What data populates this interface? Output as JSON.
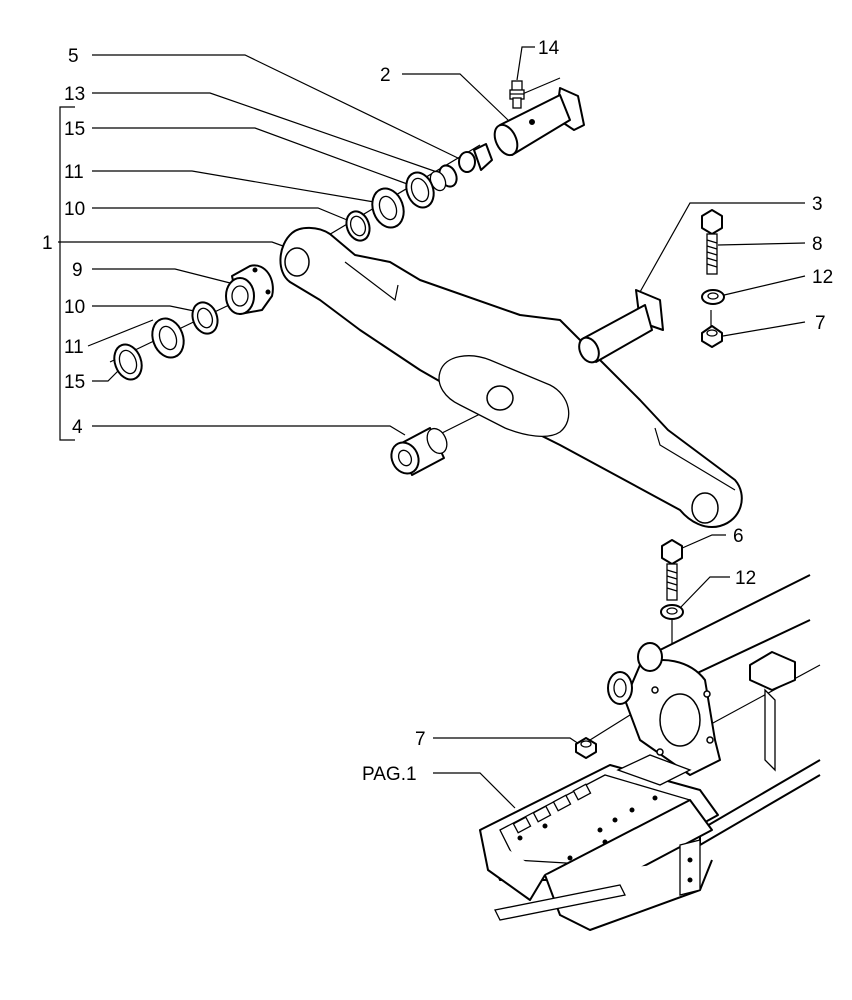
{
  "callouts": {
    "c1": "1",
    "c2": "2",
    "c3": "3",
    "c4": "4",
    "c5": "5",
    "c6": "6",
    "c7_top": "7",
    "c7_bottom": "7",
    "c8": "8",
    "c9": "9",
    "c10_top": "10",
    "c10_bottom": "10",
    "c11_top": "11",
    "c11_bottom": "11",
    "c12_top": "12",
    "c12_bottom": "12",
    "c13": "13",
    "c14": "14",
    "c15_top": "15",
    "c15_bottom": "15",
    "pag": "PAG.1"
  }
}
